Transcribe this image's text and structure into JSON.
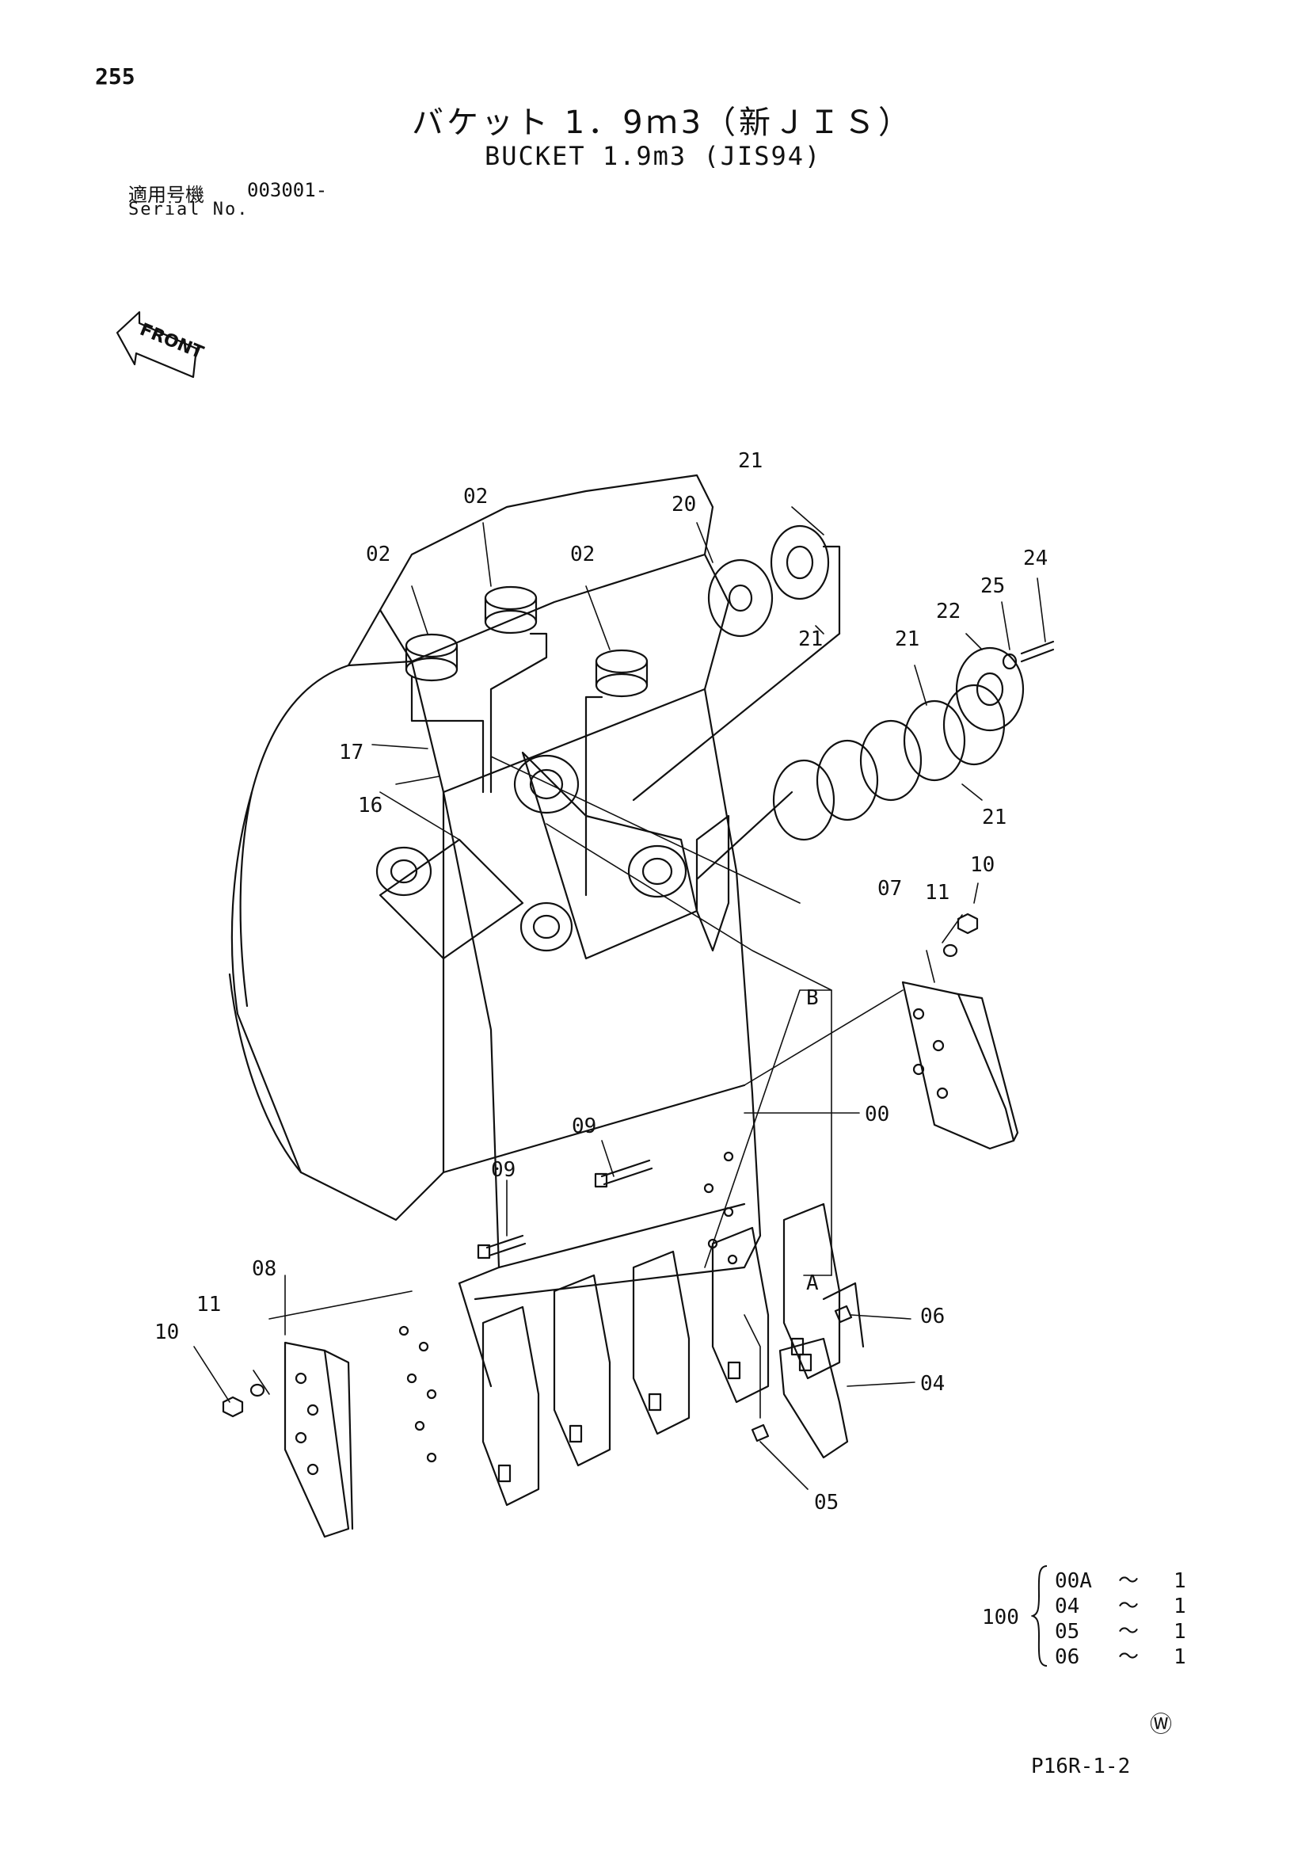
{
  "header": {
    "page_number": "255",
    "title_jp": "バケット 1．9ｍ3（新ＪＩＳ）",
    "title_en": "BUCKET 1.9m3 (JIS94)",
    "serial_label_jp": "適用号機",
    "serial_value": "003001-",
    "serial_label_en": "Serial No."
  },
  "front_marker": "FRONT",
  "callouts": {
    "c00": "00",
    "c02a": "02",
    "c02b": "02",
    "c02c": "02",
    "c04": "04",
    "c05": "05",
    "c06": "06",
    "c07": "07",
    "c08": "08",
    "c09a": "09",
    "c09b": "09",
    "c10a": "10",
    "c10b": "10",
    "c11a": "11",
    "c11b": "11",
    "c16": "16",
    "c17": "17",
    "c20": "20",
    "c21a": "21",
    "c21b": "21",
    "c21c": "21",
    "c21d": "21",
    "c22": "22",
    "c24": "24",
    "c25": "25",
    "cA": "A",
    "cB": "B"
  },
  "set_table": {
    "set_number": "100",
    "rows": [
      {
        "code": "00A",
        "tilde": "～",
        "qty": "1"
      },
      {
        "code": "04",
        "tilde": "～",
        "qty": "1"
      },
      {
        "code": "05",
        "tilde": "～",
        "qty": "1"
      },
      {
        "code": "06",
        "tilde": "～",
        "qty": "1"
      }
    ]
  },
  "watermark": "Ⓦ",
  "page_ref": "P16R-1-2"
}
